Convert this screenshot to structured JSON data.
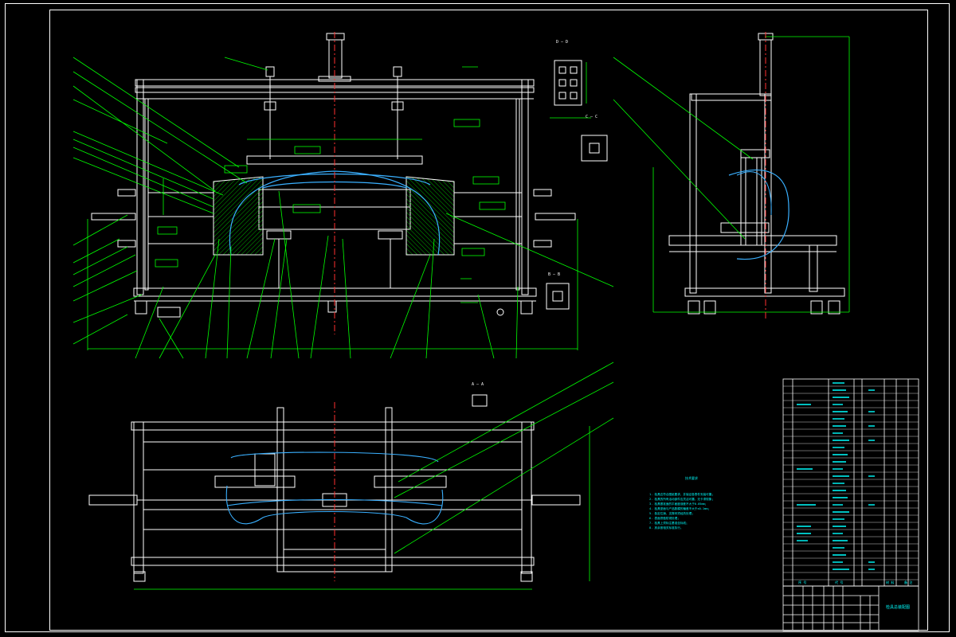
{
  "section_labels": {
    "d_d": "D — D",
    "c_c": "C — C",
    "b_b": "B — B",
    "a_a": "A — A"
  },
  "tech_notes": {
    "title": "技术要求",
    "items": [
      "1. 检具应符合图纸要求，并保证各零件安装可靠；",
      "2. 检具的所有活动部件应灵活可靠，无卡滞现象；",
      "3. 检具基准面的平面度误差不大于0.05mm；",
      "4. 检具型面与产品数模的偏差不大于±0.1mm；",
      "5. 各定位销、支撑块须经热处理；",
      "6. 表面须做防锈处理；",
      "7. 检具上须标注基准坐标线；",
      "8. 其余按相关标准执行。"
    ]
  },
  "title_block": {
    "drawing_name": "检具总装配图",
    "header_left": "序  号",
    "header_mid": "代  号",
    "header_right_1": "材 料",
    "header_right_2": "备 注"
  },
  "colors": {
    "frame": "#ffffff",
    "machine": "#ffffff",
    "dimension": "#00ff00",
    "part": "#00ffff",
    "contour": "#3ab0ff",
    "hatch": "#00aa00",
    "centerline": "#ff3030"
  }
}
